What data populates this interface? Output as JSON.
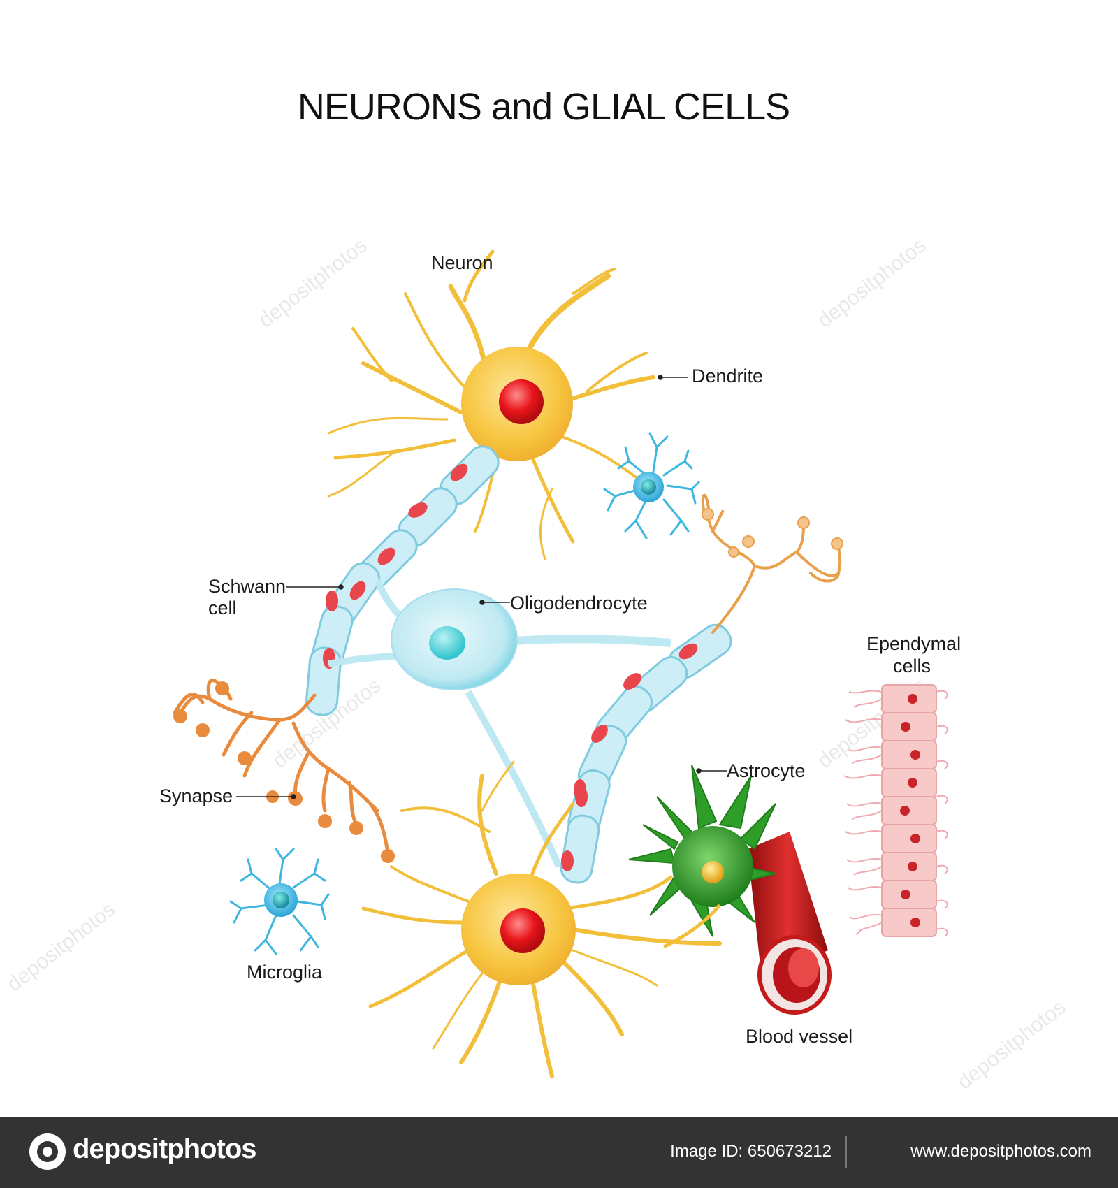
{
  "title": "NEURONS and GLIAL CELLS",
  "labels": {
    "neuron": "Neuron",
    "dendrite": "Dendrite",
    "schwann_line1": "Schwann",
    "schwann_line2": "cell",
    "oligodendrocyte": "Oligodendrocyte",
    "ependymal_line1": "Ependymal",
    "ependymal_line2": "cells",
    "synapse": "Synapse",
    "astrocyte": "Astrocyte",
    "microglia": "Microglia",
    "blood_vessel": "Blood vessel"
  },
  "colors": {
    "neuron": "#f7c640",
    "nucleus": "#e8151b",
    "myelin": "#cdeef6",
    "oligodendrocyte": "#bfe9f2",
    "astrocyte": "#2f9e28",
    "microglia": "#3db7e0",
    "axon_terminal": "#e98a3c",
    "blood_vessel": "#c41a1a",
    "ependymal": "#f7c9c9",
    "footer": "#333333"
  },
  "watermark": {
    "brand": "depositphotos"
  },
  "footer": {
    "brand": "depositphotos",
    "image_id": "Image ID: 650673212",
    "site": "www.depositphotos.com"
  }
}
